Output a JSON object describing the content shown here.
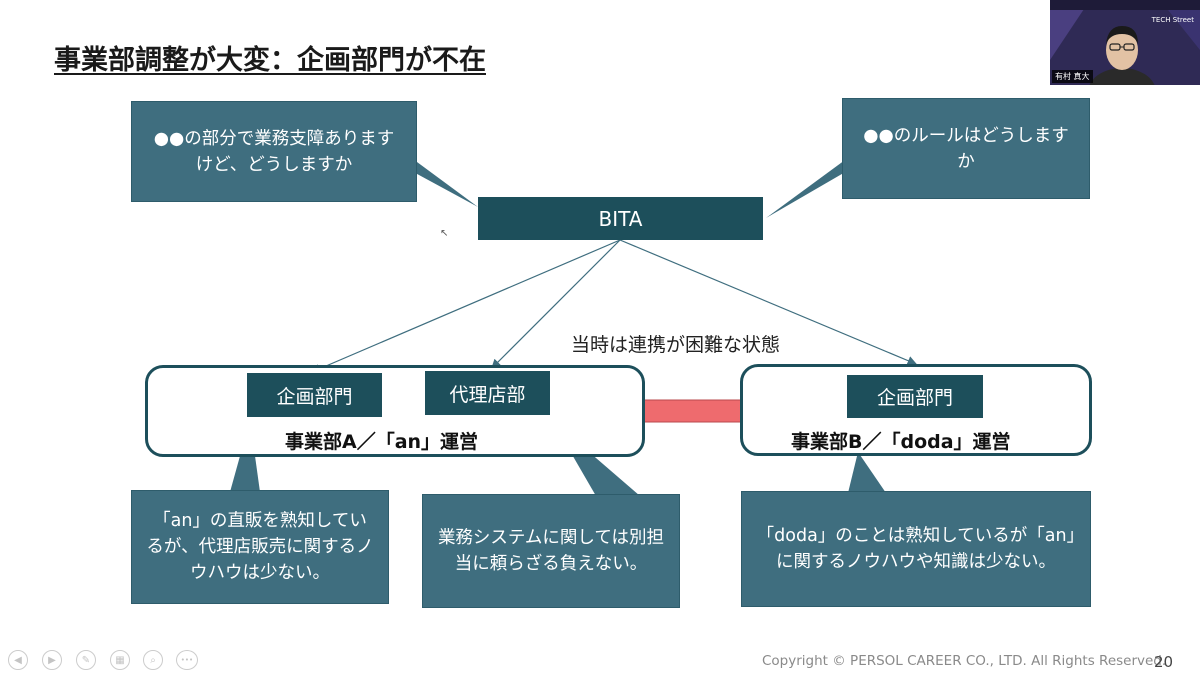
{
  "slide": {
    "title": "事業部調整が大変：企画部門が不在",
    "center_box": "BITA",
    "callout_top_left": "●●の部分で業務支障ありますけど、どうしますか",
    "callout_top_right": "●●のルールはどうしますか",
    "status_note": "当時は連携が困難な状態",
    "dept_a": {
      "label": "事業部A／「an」運営",
      "box1": "企画部門",
      "box2": "代理店部"
    },
    "dept_b": {
      "label": "事業部B／「doda」運営",
      "box1": "企画部門"
    },
    "callout_bottom_1": "「an」の直販を熟知しているが、代理店販売に関するノウハウは少ない。",
    "callout_bottom_2": "業務システムに関しては別担当に頼らざる負えない。",
    "callout_bottom_3": "「doda」のことは熟知しているが「an」に関するノウハウや知識は少ない。",
    "copyright": "Copyright © PERSOL CAREER CO., LTD. All Rights Reserved.",
    "page_number": "20"
  },
  "webcam": {
    "speaker_name": "有村 真大",
    "brand": "TECH Street"
  },
  "controls": {
    "icons": [
      "prev-icon",
      "next-icon",
      "pen-icon",
      "slides-icon",
      "zoom-icon",
      "more-icon"
    ],
    "more_label": "•••"
  },
  "colors": {
    "callout_fill": "#3f6e7f",
    "label_fill": "#1d4f5b",
    "arrow_fill": "#ee6b6e"
  }
}
